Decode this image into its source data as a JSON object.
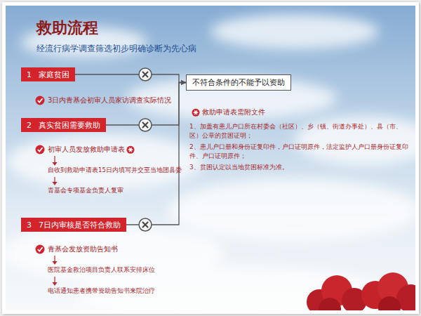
{
  "diagram": {
    "title": "救助流程",
    "nodes": [
      {
        "text": [
          "1",
          "家庭贫困"
        ]
      },
      {
        "text": [
          "2",
          "真实贫困需要救助"
        ]
      },
      {
        "text": [
          "3",
          "7日内审核是否符合救助"
        ]
      },
      {
        "text": [
          "不符合条件的不能予以资助"
        ]
      }
    ],
    "edges": [
      {
        "from": 0,
        "to": 3,
        "arrow": "to"
      },
      {
        "from": 1,
        "to": 3,
        "arrow": "to"
      },
      {
        "from": 2,
        "to": 3,
        "arrow": "to"
      }
    ],
    "labels": [
      "经流行病学调查筛选初步明确诊断为先心病",
      "3日内青基会初审人员家访调查实际情况",
      "初审人员发放救助申请表",
      "自收到救助申请表15日内填写并交至当地团县委",
      "青基会专项基金负责人复审",
      "青基会发放资助告知书",
      "医院基金救治项目负责人联系安排床位",
      "电话通知患者携带资助告知书来院治疗",
      "救助申请表需附文件",
      "1、加盖有患儿户口所在村委会（社区）、乡（镇、街道办事处）、县（市、区）公章的贫困证明；",
      "2、患儿户口册和身份证复印件，户口证明原件，法定监护人户口册身份证复印件、户口证明原件；",
      "3、贫困认定以当地贫困标准为准。"
    ]
  }
}
